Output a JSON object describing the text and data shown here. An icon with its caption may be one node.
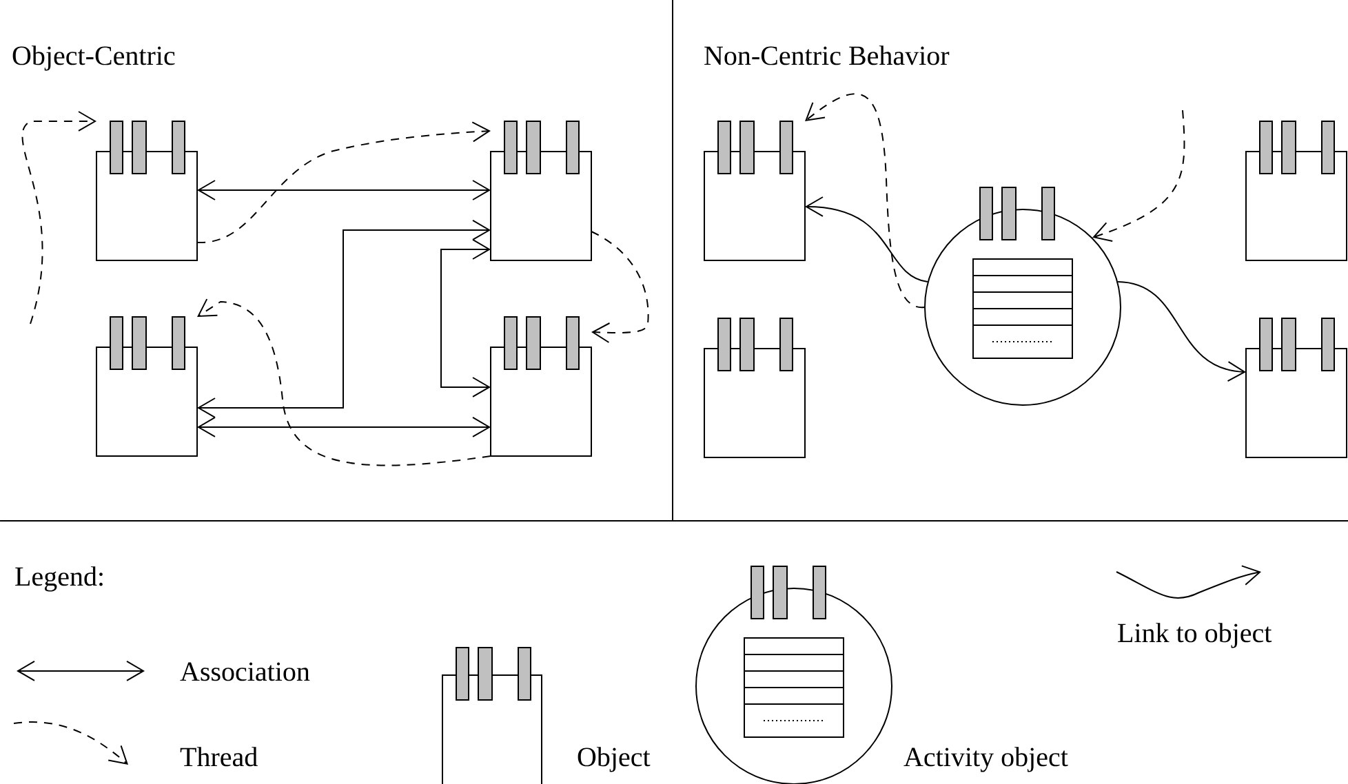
{
  "diagram": {
    "nodes": [
      {
        "text": [],
        "shape": "box"
      },
      {
        "text": [],
        "shape": "box"
      },
      {
        "text": [],
        "shape": "box"
      },
      {
        "text": [],
        "shape": "box"
      },
      {
        "text": [],
        "shape": "box"
      },
      {
        "text": [],
        "shape": "box"
      },
      {
        "text": [],
        "shape": "circle"
      },
      {
        "text": [],
        "shape": "box"
      },
      {
        "text": [],
        "shape": "box"
      }
    ],
    "edges": [
      {
        "from": 0,
        "to": 1,
        "arrow": "both"
      },
      {
        "from": 2,
        "to": 1,
        "arrow": "both"
      },
      {
        "from": 2,
        "to": 3,
        "arrow": "both"
      },
      {
        "from": 1,
        "to": 3,
        "arrow": "both"
      },
      {
        "from": null,
        "to": 0,
        "arrow": "to",
        "style": "dashed"
      },
      {
        "from": 0,
        "to": 1,
        "arrow": "to",
        "style": "dashed"
      },
      {
        "from": 1,
        "to": 3,
        "arrow": "to",
        "style": "dashed"
      },
      {
        "from": 3,
        "to": 2,
        "arrow": "to",
        "style": "dashed"
      },
      {
        "from": 6,
        "to": 4,
        "arrow": "to"
      },
      {
        "from": 6,
        "to": 8,
        "arrow": "to"
      },
      {
        "from": 6,
        "to": 4,
        "arrow": "to",
        "style": "dashed"
      },
      {
        "from": null,
        "to": 6,
        "arrow": "to",
        "style": "dashed"
      }
    ],
    "labels": [
      "Object-Centric",
      "Non-Centric Behavior",
      "Legend:"
    ],
    "legend": [
      {
        "text": "Association"
      },
      {
        "text": "Thread"
      },
      {
        "text": "Object"
      },
      {
        "text": "Activity object"
      },
      {
        "text": "Link to  object"
      }
    ]
  }
}
